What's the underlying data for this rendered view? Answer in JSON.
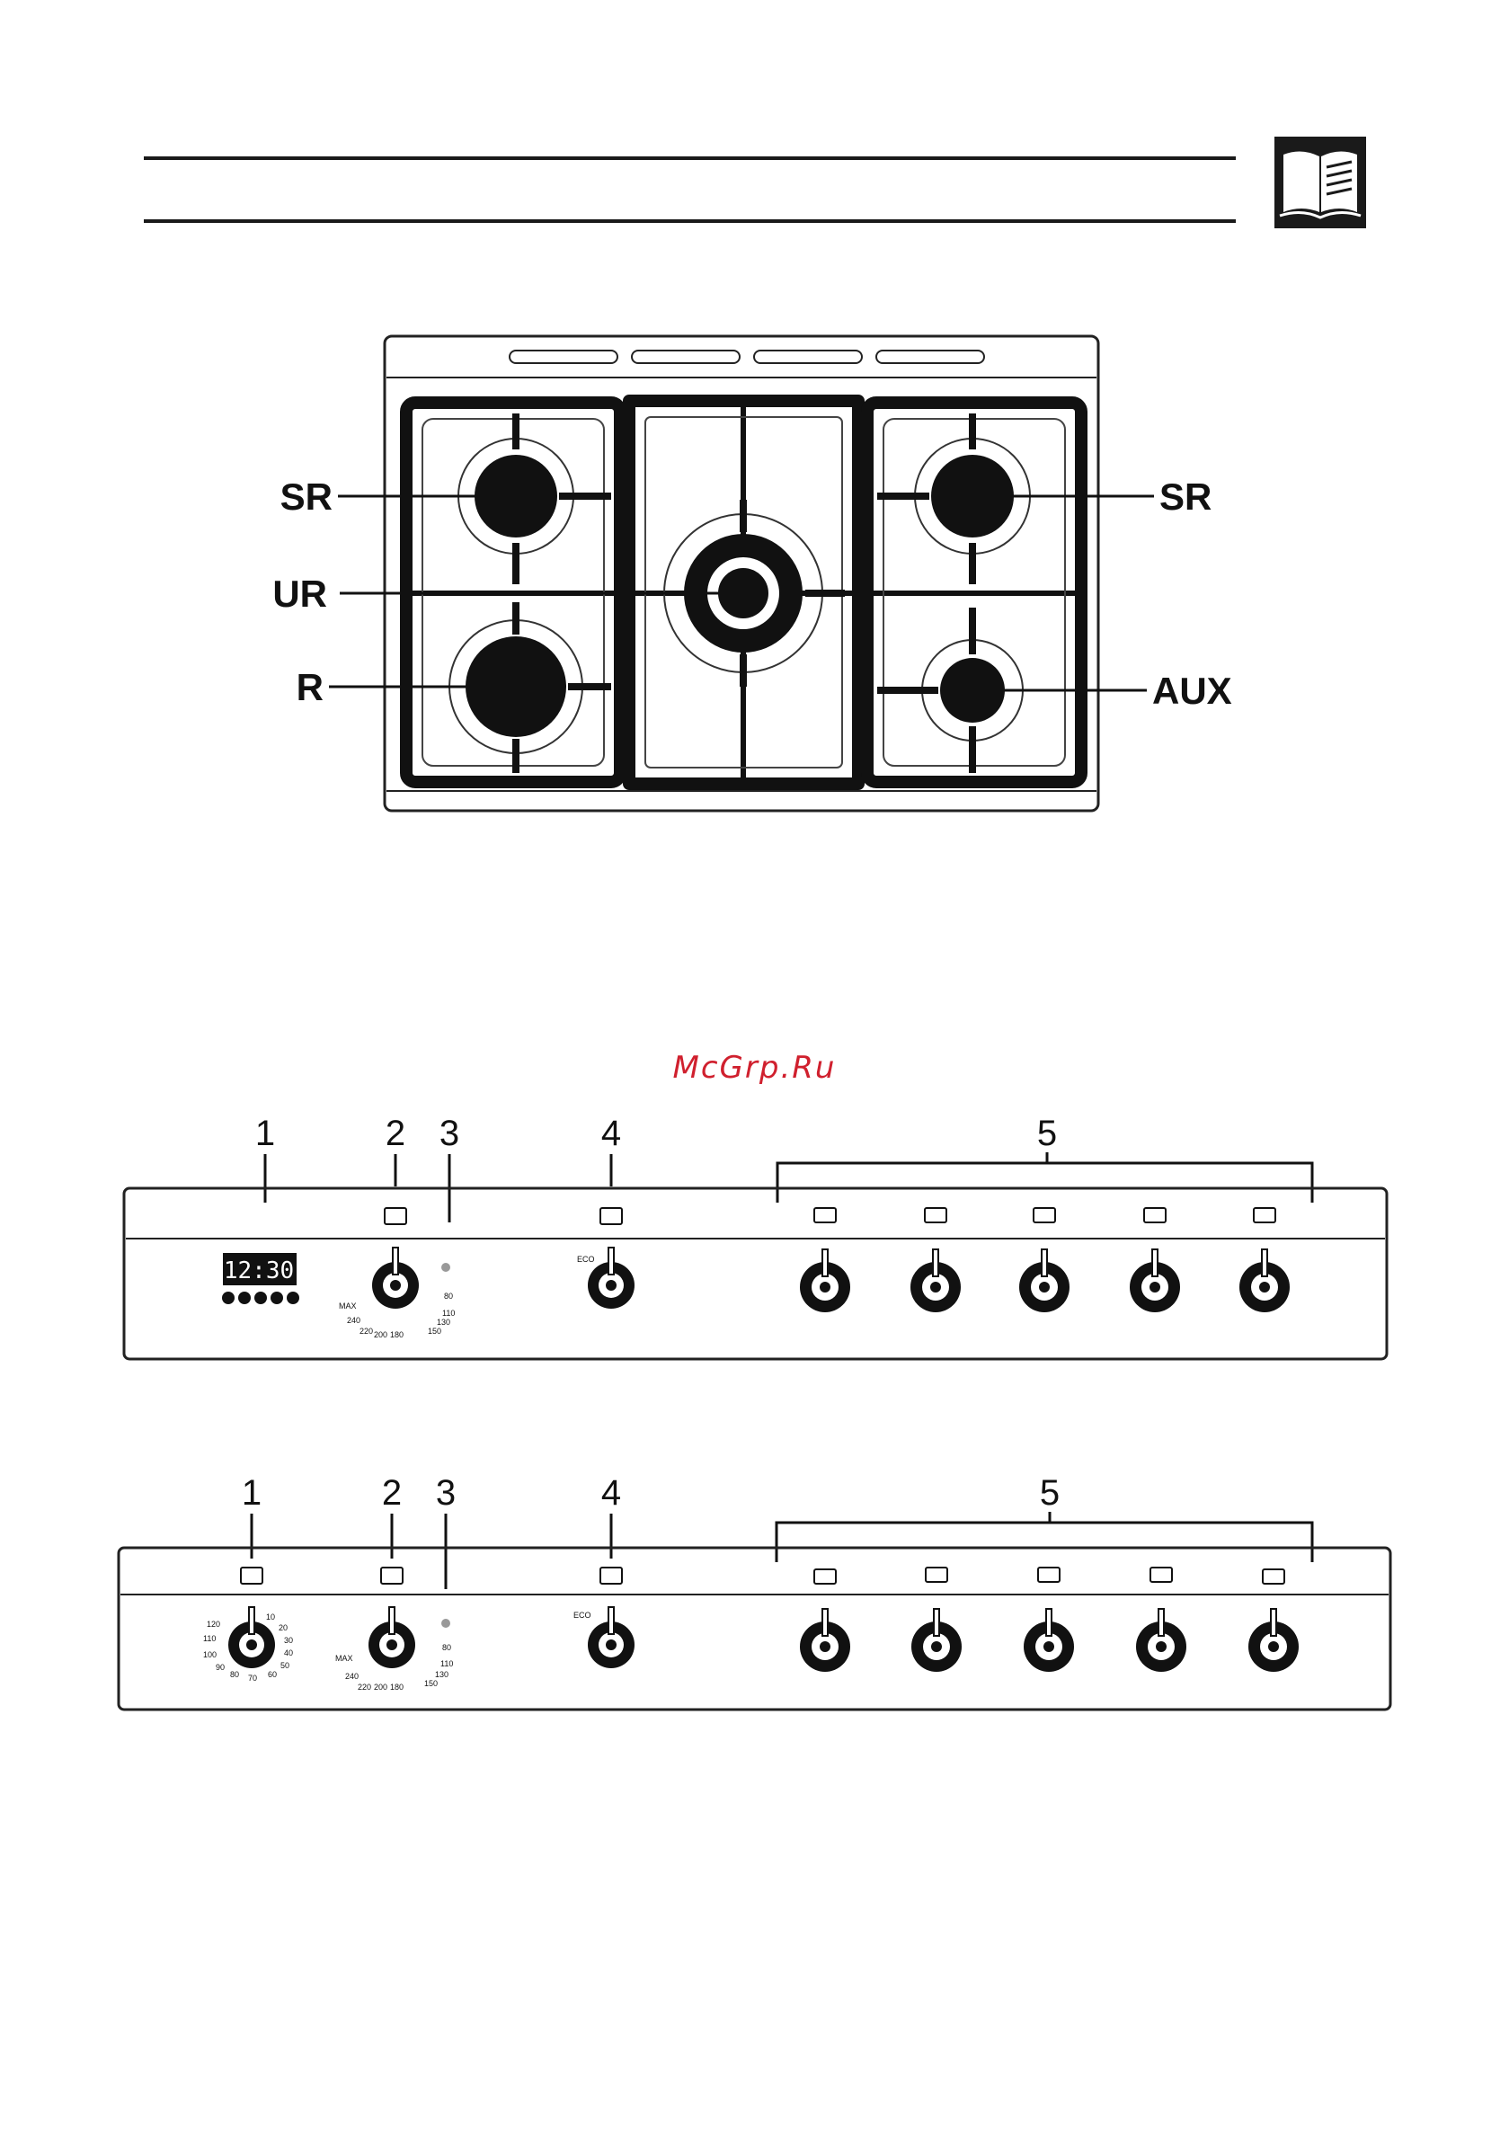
{
  "hob": {
    "labels": {
      "sr_left": "SR",
      "ur": "UR",
      "r": "R",
      "sr_right": "SR",
      "aux": "AUX"
    }
  },
  "watermark": {
    "text": "McGrp.Ru",
    "color": "#d0202e"
  },
  "panel_top": {
    "callouts": [
      "1",
      "2",
      "3",
      "4",
      "5"
    ],
    "clock": "12:30",
    "temp_scale": {
      "max": "MAX",
      "t80": "80",
      "t110": "110",
      "t130": "130",
      "t150": "150",
      "t180": "180",
      "t200": "200",
      "t220": "220",
      "t240": "240"
    },
    "eco": "ECO"
  },
  "panel_bottom": {
    "callouts": [
      "1",
      "2",
      "3",
      "4",
      "5"
    ],
    "timer_scale": {
      "t10": "10",
      "t20": "20",
      "t30": "30",
      "t40": "40",
      "t50": "50",
      "t60": "60",
      "t70": "70",
      "t80": "80",
      "t90": "90",
      "t100": "100",
      "t110": "110",
      "t120": "120"
    },
    "temp_scale": {
      "max": "MAX",
      "t80": "80",
      "t110": "110",
      "t130": "130",
      "t150": "150",
      "t180": "180",
      "t200": "200",
      "t220": "220",
      "t240": "240"
    },
    "eco": "ECO"
  }
}
